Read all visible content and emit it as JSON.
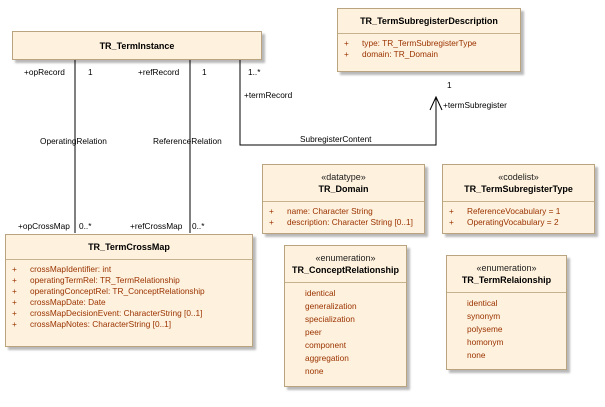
{
  "classes": {
    "term_instance": {
      "name": "TR_TermInstance"
    },
    "subregister_description": {
      "name": "TR_TermSubregisterDescription",
      "attributes": [
        {
          "vis": "+",
          "text": "type: TR_TermSubregisterType"
        },
        {
          "vis": "+",
          "text": "domain: TR_Domain"
        }
      ]
    },
    "crossmap": {
      "name": "TR_TermCrossMap",
      "attributes": [
        {
          "vis": "+",
          "text": "crossMapIdentifier: int"
        },
        {
          "vis": "+",
          "text": "operatingTermRel: TR_TermRelationship"
        },
        {
          "vis": "+",
          "text": "operatingConceptRel: TR_ConceptRelationship"
        },
        {
          "vis": "+",
          "text": "crossMapDate: Date"
        },
        {
          "vis": "+",
          "text": "crossMapDecisionEvent: CharacterString [0..1]"
        },
        {
          "vis": "+",
          "text": "crossMapNotes: CharacterString [0..1]"
        }
      ]
    },
    "domain": {
      "stereotype": "«datatype»",
      "name": "TR_Domain",
      "attributes": [
        {
          "vis": "+",
          "text": "name: Character String"
        },
        {
          "vis": "+",
          "text": "description: Character String [0..1]"
        }
      ]
    },
    "subregister_type": {
      "stereotype": "«codelist»",
      "name": "TR_TermSubregisterType",
      "attributes": [
        {
          "vis": "+",
          "text": "ReferenceVocabulary = 1"
        },
        {
          "vis": "+",
          "text": "OperatingVocabulary = 2"
        }
      ]
    },
    "concept_relationship": {
      "stereotype": "«enumeration»",
      "name": "TR_ConceptRelationship",
      "literals": [
        "identical",
        "generalization",
        "specialization",
        "peer",
        "component",
        "aggregation",
        "none"
      ]
    },
    "term_relationship": {
      "stereotype": "«enumeration»",
      "name": "TR_TermRelaionship",
      "literals": [
        "identical",
        "synonym",
        "polyseme",
        "homonym",
        "none"
      ]
    }
  },
  "associations": {
    "operating": {
      "name": "OperatingRelation",
      "top_role": "+opRecord",
      "top_mult": "1",
      "bottom_role": "+opCrossMap",
      "bottom_mult": "0..*"
    },
    "reference": {
      "name": "ReferenceRelation",
      "top_role": "+refRecord",
      "top_mult": "1",
      "bottom_role": "+refCrossMap",
      "bottom_mult": "0..*"
    },
    "subregister": {
      "name": "SubregisterContent",
      "source_mult": "1..*",
      "source_role": "+termRecord",
      "target_mult": "1",
      "target_role": "+termSubregister"
    }
  }
}
